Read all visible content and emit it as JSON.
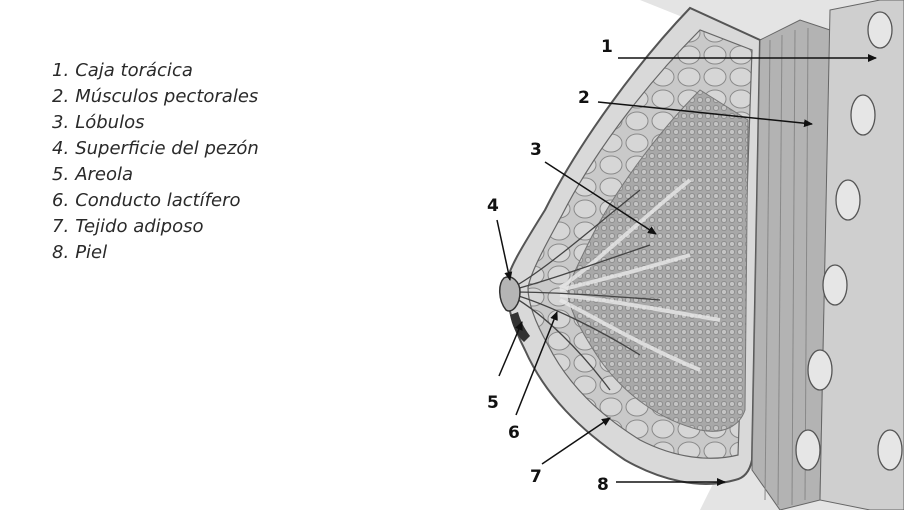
{
  "legend": [
    {
      "num": "1.",
      "label": "Caja torácica"
    },
    {
      "num": "2.",
      "label": "Músculos pectorales"
    },
    {
      "num": "3.",
      "label": "Lóbulos"
    },
    {
      "num": "4.",
      "label": "Superficie del pezón"
    },
    {
      "num": "5.",
      "label": "Areola"
    },
    {
      "num": "6.",
      "label": "Conducto lactífero"
    },
    {
      "num": "7.",
      "label": "Tejido adiposo"
    },
    {
      "num": "8.",
      "label": "Piel"
    }
  ],
  "callouts": [
    "1",
    "2",
    "3",
    "4",
    "5",
    "6",
    "7",
    "8"
  ],
  "colors": {
    "skin": "#dcdcdc",
    "tissue": "#bdbdbd",
    "lobule": "#9c9c9c",
    "outline": "#555555",
    "arrow": "#111111"
  }
}
